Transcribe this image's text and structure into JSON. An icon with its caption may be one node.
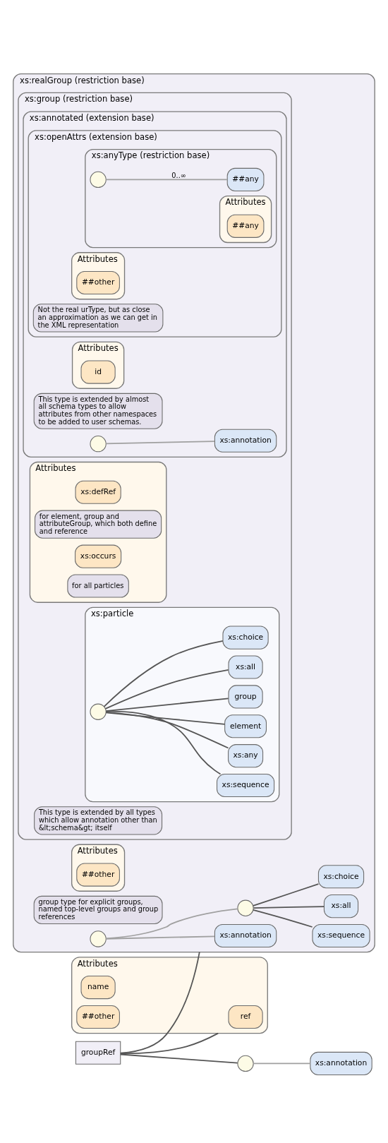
{
  "diagram": {
    "nodes": [
      {
        "text": [
          "groupRef"
        ]
      },
      {
        "text": [
          "xs:realGroup (restriction base)"
        ]
      },
      {
        "text": [
          "xs:group (restriction base)"
        ],
        "in": 1
      },
      {
        "text": [
          "xs:annotated (extension base)"
        ],
        "in": 2
      },
      {
        "text": [
          "xs:openAttrs (extension base)"
        ],
        "in": 3
      },
      {
        "text": [
          "xs:anyType (restriction base)"
        ],
        "in": 4
      },
      {
        "text": [
          "Attributes"
        ],
        "in": 5
      },
      {
        "text": [
          "##any"
        ],
        "in": 6
      },
      {
        "text": [],
        "shape": "circle",
        "in": 5
      },
      {
        "text": [
          "##any"
        ],
        "in": 5
      },
      {
        "text": [
          "Not the real urType, but as close an approximation as we can get in the XML representation"
        ],
        "in": 4
      },
      {
        "text": [
          "Attributes"
        ],
        "in": 4
      },
      {
        "text": [
          "##other"
        ],
        "in": 11
      },
      {
        "text": [
          "This type is extended by almost all schema types to allow attributes from other namespaces to be added to user schemas."
        ],
        "in": 3
      },
      {
        "text": [
          "Attributes"
        ],
        "in": 3
      },
      {
        "text": [
          "id"
        ],
        "in": 14
      },
      {
        "text": [],
        "shape": "circle",
        "in": 3
      },
      {
        "text": [
          "xs:annotation"
        ],
        "in": 3
      },
      {
        "text": [
          "This type is extended by all types which allow annotation other than &lt;schema&gt; itself"
        ],
        "in": 2
      },
      {
        "text": [
          "Attributes"
        ],
        "in": 2
      },
      {
        "text": [
          "xs:defRef"
        ],
        "in": 19
      },
      {
        "text": [
          "for element, group and attributeGroup, which both define and reference"
        ],
        "in": 19
      },
      {
        "text": [
          "xs:occurs"
        ],
        "in": 19
      },
      {
        "text": [
          "for all particles"
        ],
        "in": 19
      },
      {
        "text": [
          "xs:particle"
        ],
        "in": 2
      },
      {
        "text": [],
        "shape": "circle",
        "in": 24
      },
      {
        "text": [
          "element"
        ],
        "in": 24
      },
      {
        "text": [
          "group"
        ],
        "in": 24
      },
      {
        "text": [
          "xs:all"
        ],
        "in": 24
      },
      {
        "text": [
          "xs:choice"
        ],
        "in": 24
      },
      {
        "text": [
          "xs:sequence"
        ],
        "in": 24
      },
      {
        "text": [
          "xs:any"
        ],
        "in": 24
      },
      {
        "text": [
          "group type for explicit groups, named top-level groups and group references"
        ],
        "in": 1
      },
      {
        "text": [
          "Attributes"
        ],
        "in": 1
      },
      {
        "text": [
          "##other"
        ],
        "in": 33
      },
      {
        "text": [],
        "shape": "circle",
        "in": 1
      },
      {
        "text": [
          "xs:annotation"
        ],
        "in": 1
      },
      {
        "text": [],
        "shape": "circle",
        "in": 1
      },
      {
        "text": [
          "xs:all"
        ],
        "in": 1
      },
      {
        "text": [
          "xs:choice"
        ],
        "in": 1
      },
      {
        "text": [
          "xs:sequence"
        ],
        "in": 1
      },
      {
        "text": [
          "Attributes"
        ]
      },
      {
        "text": [
          "ref"
        ],
        "in": 41
      },
      {
        "text": [
          "name"
        ],
        "in": 41
      },
      {
        "text": [
          "##other"
        ],
        "in": 41
      },
      {
        "text": [],
        "shape": "circle"
      },
      {
        "text": [
          "xs:annotation"
        ]
      }
    ],
    "edges": [
      {
        "from": 0,
        "to": 1,
        "arrow": "none"
      },
      {
        "from": 0,
        "to": 41,
        "arrow": "none"
      },
      {
        "from": 0,
        "to": 45,
        "arrow": "none"
      },
      {
        "from": 8,
        "to": 9,
        "arrow": "none",
        "label": "0..∞",
        "color": "#a0a0a0"
      },
      {
        "from": 16,
        "to": 17,
        "arrow": "none",
        "color": "#a0a0a0"
      },
      {
        "from": 25,
        "to": 26,
        "arrow": "none"
      },
      {
        "from": 25,
        "to": 27,
        "arrow": "none"
      },
      {
        "from": 25,
        "to": 28,
        "arrow": "none"
      },
      {
        "from": 25,
        "to": 29,
        "arrow": "none"
      },
      {
        "from": 25,
        "to": 30,
        "arrow": "none"
      },
      {
        "from": 25,
        "to": 31,
        "arrow": "none"
      },
      {
        "from": 35,
        "to": 36,
        "arrow": "none",
        "color": "#a0a0a0"
      },
      {
        "from": 35,
        "to": 37,
        "arrow": "none",
        "color": "#a0a0a0"
      },
      {
        "from": 37,
        "to": 38,
        "arrow": "none"
      },
      {
        "from": 37,
        "to": 39,
        "arrow": "none"
      },
      {
        "from": 37,
        "to": 40,
        "arrow": "none"
      },
      {
        "from": 45,
        "to": 46,
        "arrow": "none",
        "color": "#a0a0a0"
      }
    ]
  }
}
